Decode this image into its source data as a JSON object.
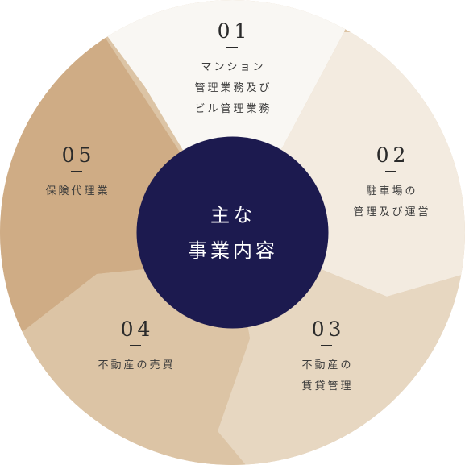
{
  "colors": {
    "center": "#1c1a4f",
    "seg1": "#f9f7f3",
    "seg2": "#f3ebe0",
    "seg3": "#e7d7c1",
    "seg4": "#dcc4a5",
    "seg5": "#cfac85"
  },
  "center": {
    "line1": "主な",
    "line2": "事業内容"
  },
  "segments": [
    {
      "number": "01",
      "lines": [
        "マンション",
        "管理業務及び",
        "ビル管理業務"
      ]
    },
    {
      "number": "02",
      "lines": [
        "駐車場の",
        "管理及び運営"
      ]
    },
    {
      "number": "03",
      "lines": [
        "不動産の",
        "賃貸管理"
      ]
    },
    {
      "number": "04",
      "lines": [
        "不動産の売買"
      ]
    },
    {
      "number": "05",
      "lines": [
        "保険代理業"
      ]
    }
  ]
}
